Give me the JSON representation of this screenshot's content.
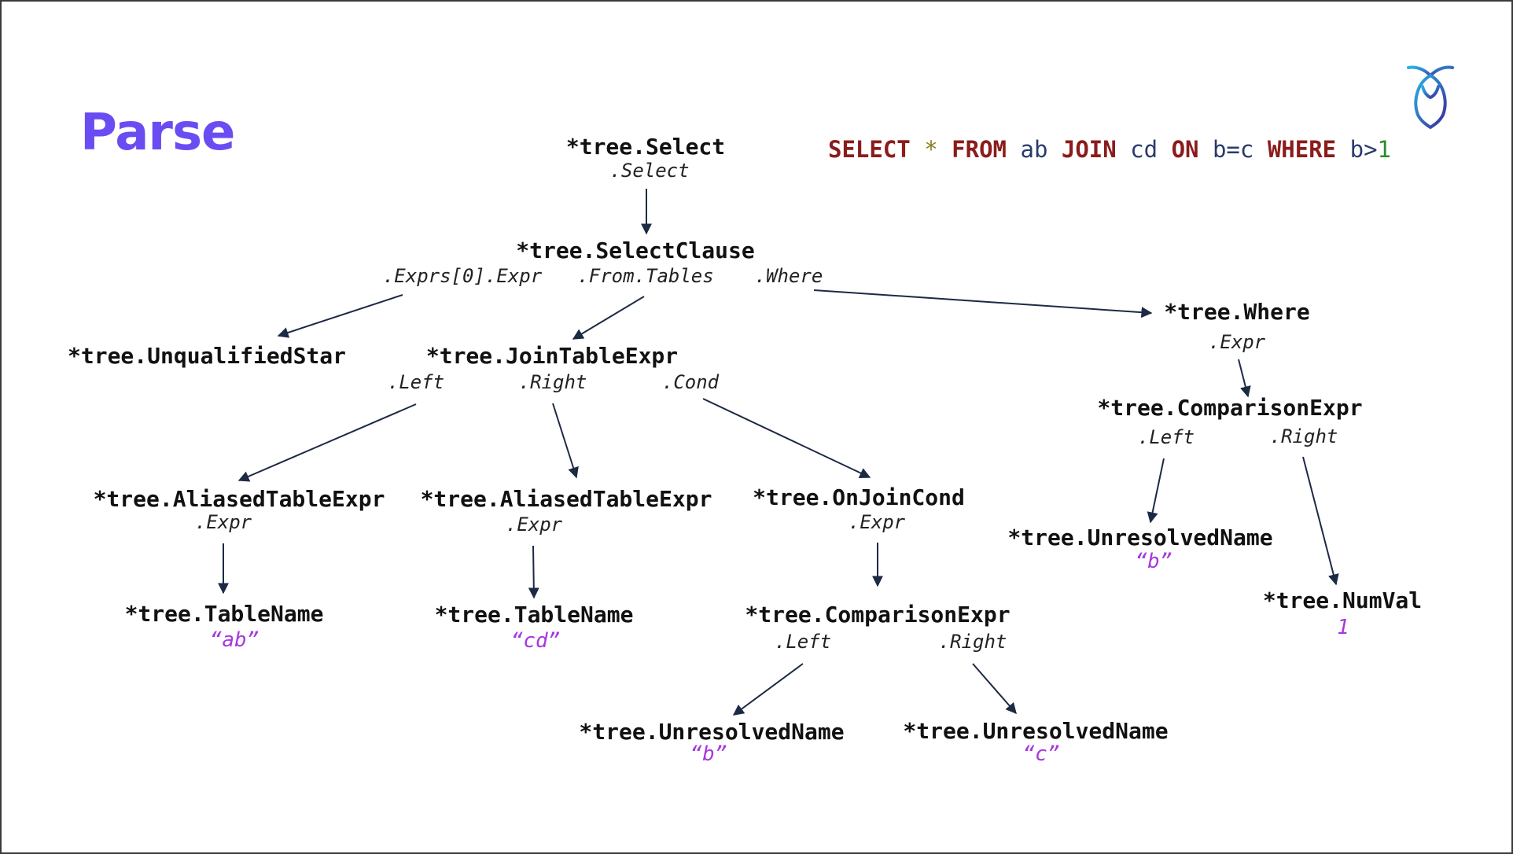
{
  "slide": {
    "title": "Parse"
  },
  "sql": {
    "tokens": [
      {
        "text": "SELECT",
        "kind": "kw"
      },
      {
        "text": " ",
        "kind": "sp"
      },
      {
        "text": "*",
        "kind": "star"
      },
      {
        "text": " ",
        "kind": "sp"
      },
      {
        "text": "FROM",
        "kind": "kw"
      },
      {
        "text": " ",
        "kind": "sp"
      },
      {
        "text": "ab",
        "kind": "id"
      },
      {
        "text": " ",
        "kind": "sp"
      },
      {
        "text": "JOIN",
        "kind": "kw"
      },
      {
        "text": " ",
        "kind": "sp"
      },
      {
        "text": "cd",
        "kind": "id"
      },
      {
        "text": " ",
        "kind": "sp"
      },
      {
        "text": "ON",
        "kind": "kw"
      },
      {
        "text": " ",
        "kind": "sp"
      },
      {
        "text": "b=c",
        "kind": "id"
      },
      {
        "text": " ",
        "kind": "sp"
      },
      {
        "text": "WHERE",
        "kind": "kw"
      },
      {
        "text": " ",
        "kind": "sp"
      },
      {
        "text": "b>",
        "kind": "id"
      },
      {
        "text": "1",
        "kind": "num"
      }
    ]
  },
  "tree": {
    "select": {
      "label": "*tree.Select",
      "field": ".Select"
    },
    "select_clause": {
      "label": "*tree.SelectClause",
      "fields": [
        ".Exprs[0].Expr",
        ".From.Tables",
        ".Where"
      ]
    },
    "unqualified_star": {
      "label": "*tree.UnqualifiedStar"
    },
    "join_table_expr": {
      "label": "*tree.JoinTableExpr",
      "fields": [
        ".Left",
        ".Right",
        ".Cond"
      ]
    },
    "aliased_left": {
      "label": "*tree.AliasedTableExpr",
      "field": ".Expr"
    },
    "aliased_right": {
      "label": "*tree.AliasedTableExpr",
      "field": ".Expr"
    },
    "table_ab": {
      "label": "*tree.TableName",
      "value": "“ab”"
    },
    "table_cd": {
      "label": "*tree.TableName",
      "value": "“cd”"
    },
    "on_join_cond": {
      "label": "*tree.OnJoinCond",
      "field": ".Expr"
    },
    "join_comparison": {
      "label": "*tree.ComparisonExpr",
      "fields": [
        ".Left",
        ".Right"
      ]
    },
    "join_name_b": {
      "label": "*tree.UnresolvedName",
      "value": "“b”"
    },
    "join_name_c": {
      "label": "*tree.UnresolvedName",
      "value": "“c”"
    },
    "where": {
      "label": "*tree.Where",
      "field": ".Expr"
    },
    "where_comparison": {
      "label": "*tree.ComparisonExpr",
      "fields": [
        ".Left",
        ".Right"
      ]
    },
    "where_name_b": {
      "label": "*tree.UnresolvedName",
      "value": "“b”"
    },
    "num_val": {
      "label": "*tree.NumVal",
      "value": "1"
    }
  },
  "colors": {
    "title": "#6a4cf2",
    "keyword": "#8b1c1c",
    "identifier": "#2a3b6b",
    "literal": "#a638e0",
    "arrow": "#1c2a44"
  }
}
